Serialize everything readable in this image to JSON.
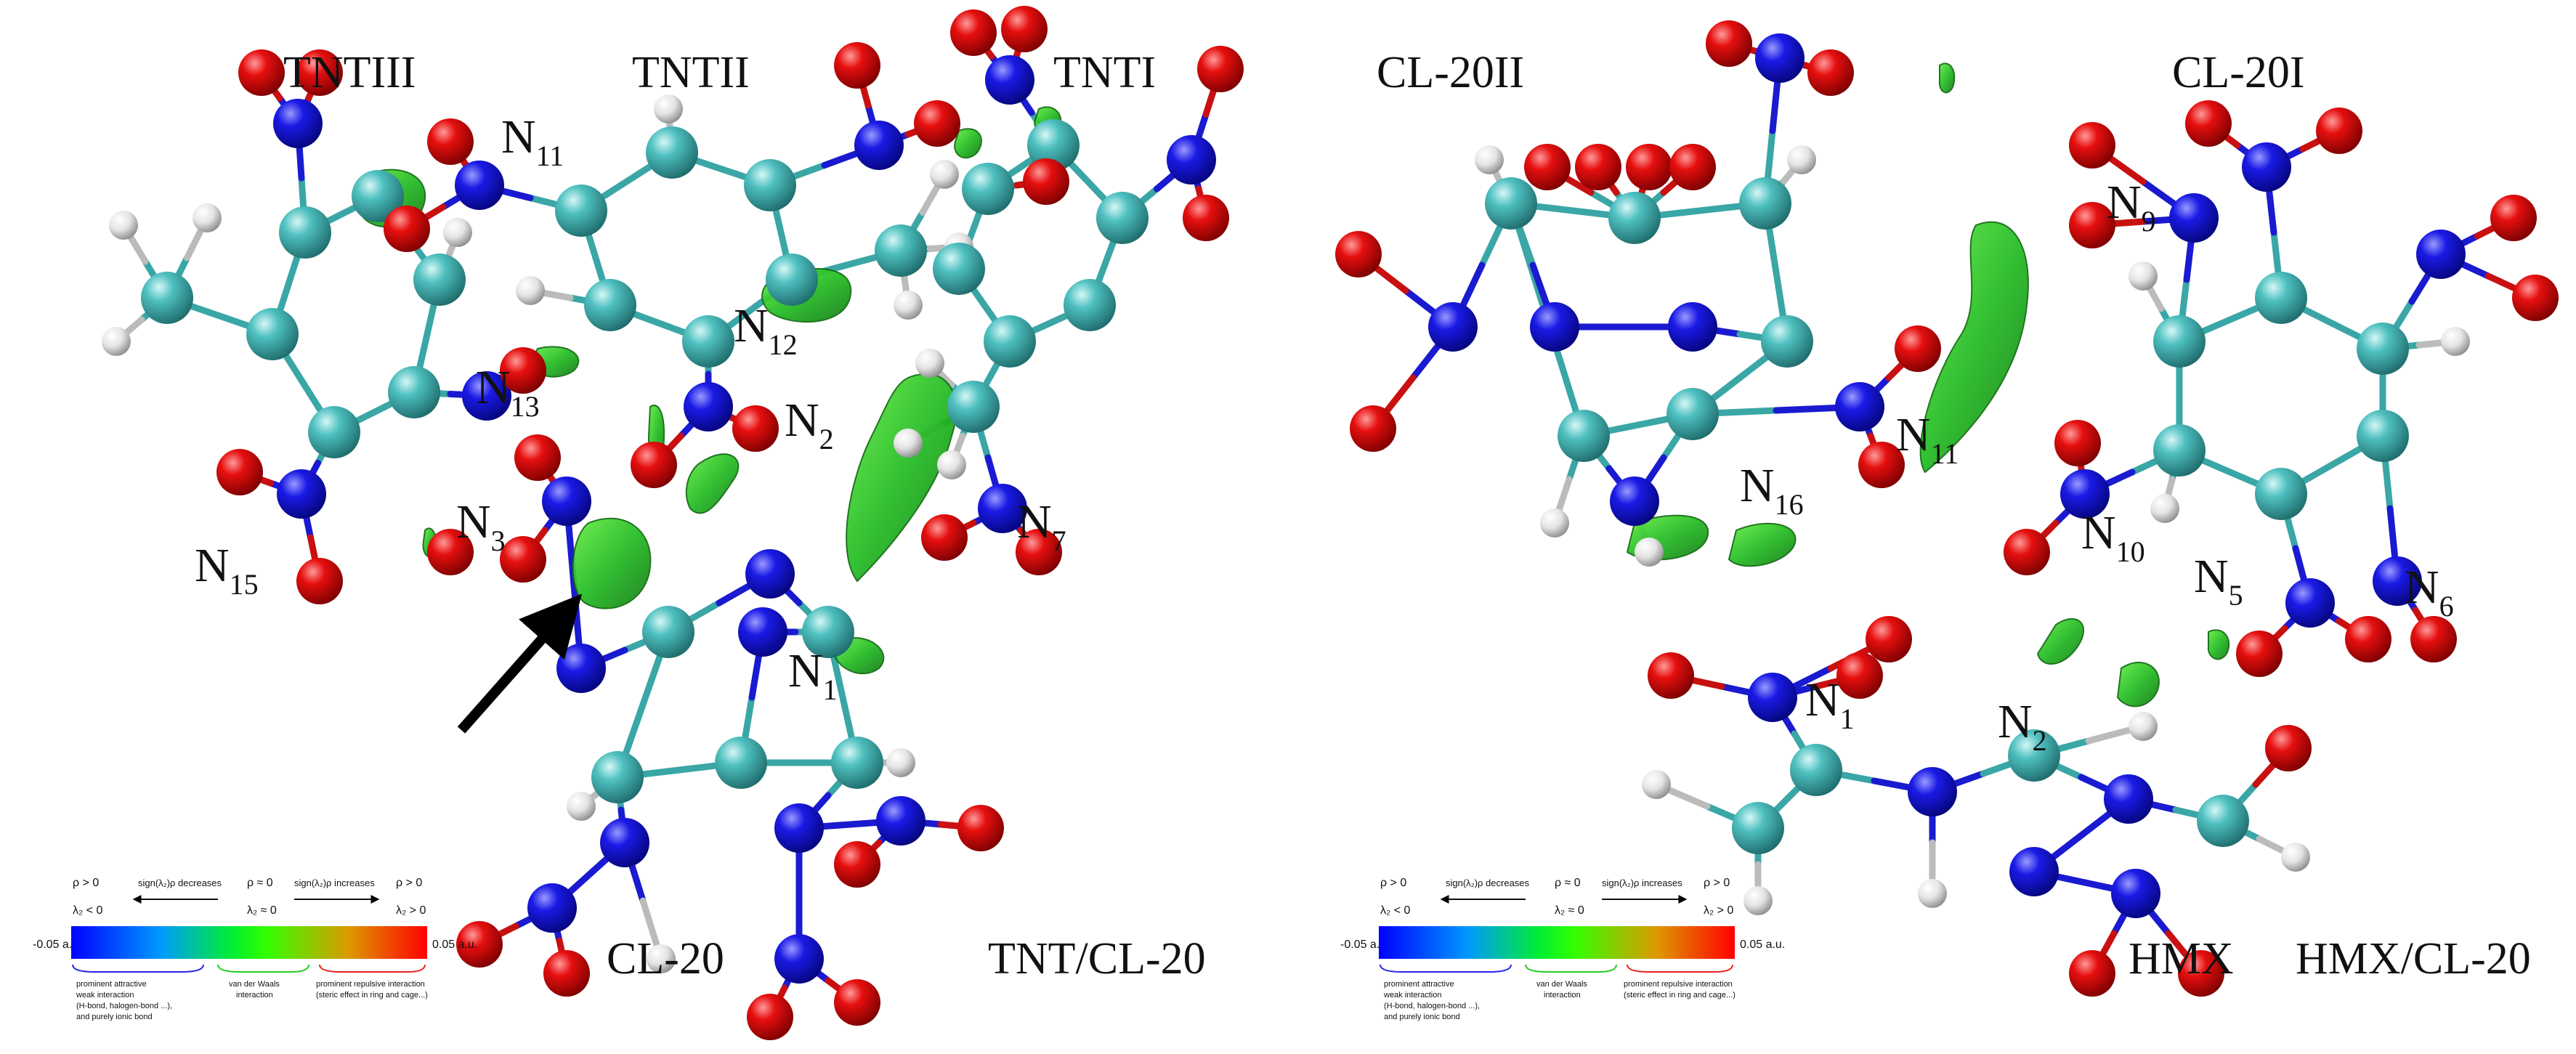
{
  "panels": [
    {
      "id": "tnt",
      "molecule_labels": [
        "TNTIII",
        "TNTII",
        "TNTI"
      ],
      "complex_label": "TNT/CL-20",
      "guest_label": "CL-20",
      "atom_labels": [
        {
          "sym": "N",
          "sub": "11"
        },
        {
          "sym": "N",
          "sub": "12"
        },
        {
          "sym": "N",
          "sub": "13"
        },
        {
          "sym": "N",
          "sub": "2"
        },
        {
          "sym": "N",
          "sub": "7"
        },
        {
          "sym": "N",
          "sub": "15"
        },
        {
          "sym": "N",
          "sub": "3"
        },
        {
          "sym": "N",
          "sub": "1"
        }
      ]
    },
    {
      "id": "hmx",
      "molecule_labels": [
        "CL-20II",
        "CL-20I"
      ],
      "complex_label": "HMX/CL-20",
      "guest_label": "HMX",
      "atom_labels": [
        {
          "sym": "N",
          "sub": "9"
        },
        {
          "sym": "N",
          "sub": "11"
        },
        {
          "sym": "N",
          "sub": "16"
        },
        {
          "sym": "N",
          "sub": "10"
        },
        {
          "sym": "N",
          "sub": "5"
        },
        {
          "sym": "N",
          "sub": "6"
        },
        {
          "sym": "N",
          "sub": "1"
        },
        {
          "sym": "N",
          "sub": "2"
        }
      ]
    }
  ],
  "legend": {
    "min": "-0.05 a.u.",
    "max": "0.05 a.u.",
    "header": {
      "left_top": "ρ > 0",
      "left_bottom": "λ₂ < 0",
      "decreases": "sign(λ₂)ρ decreases",
      "mid_top": "ρ ≈ 0",
      "mid_bottom": "λ₂ ≈ 0",
      "increases": "sign(λ₂)ρ increases",
      "right_top": "ρ > 0",
      "right_bottom": "λ₂ > 0"
    },
    "captions": {
      "attractive": [
        "prominent attractive",
        "weak interaction",
        "(H-bond, halogen-bond ...),",
        "and purely ionic bond"
      ],
      "vdw": [
        "van der Waals",
        "interaction"
      ],
      "repulsive": [
        "prominent repulsive interaction",
        "(steric effect in ring and cage...)"
      ]
    },
    "colors": {
      "attractive": "#2222ee",
      "vdw": "#22cc22",
      "repulsive": "#ee2222"
    }
  },
  "colors": {
    "carbon": "#3aa6a6",
    "nitrogen": "#1010d8",
    "oxygen": "#d80000",
    "hydrogen": "#e6e6e6",
    "isosurface": "#33cc33",
    "arrow": "#000000"
  }
}
